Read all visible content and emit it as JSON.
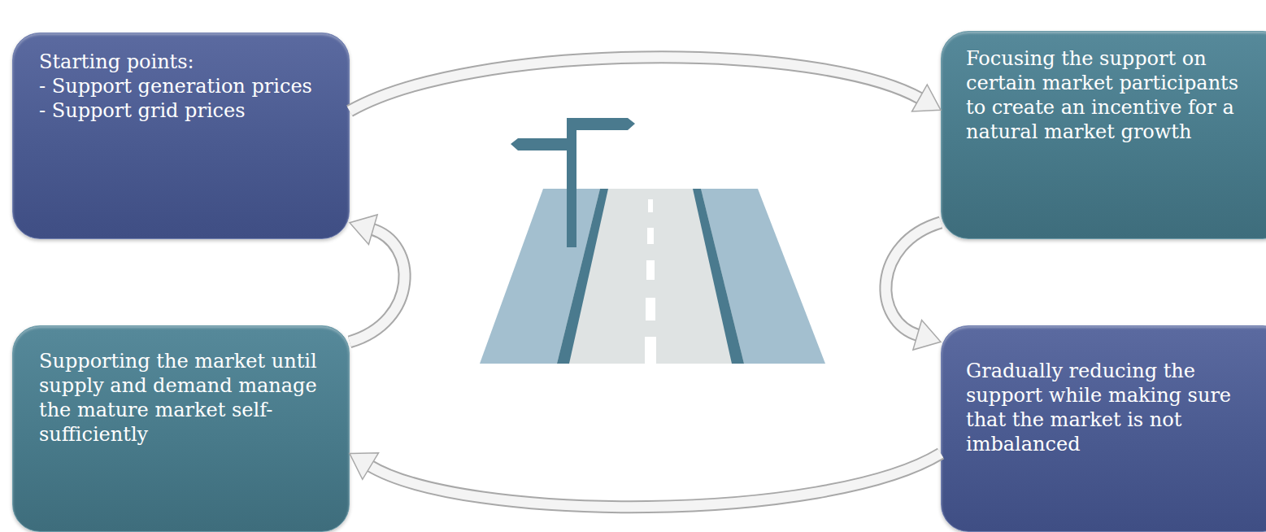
{
  "diagram": {
    "nodes": [
      {
        "text": [
          "Starting points:",
          "- Support generation prices",
          "- Support grid prices"
        ]
      },
      {
        "text": [
          "Focusing the support on certain market participants to create an incentive for a natural market growth"
        ]
      },
      {
        "text": [
          "Supporting the market until supply and demand manage the mature market self-sufficiently"
        ]
      },
      {
        "text": [
          "Gradually reducing the support while making sure that the market is not imbalanced"
        ]
      }
    ],
    "edges": [
      {
        "from": 0,
        "to": 1,
        "arrow": "to"
      },
      {
        "from": 1,
        "to": 3,
        "arrow": "to"
      },
      {
        "from": 3,
        "to": 2,
        "arrow": "to"
      },
      {
        "from": 2,
        "to": 0,
        "arrow": "to"
      }
    ]
  }
}
